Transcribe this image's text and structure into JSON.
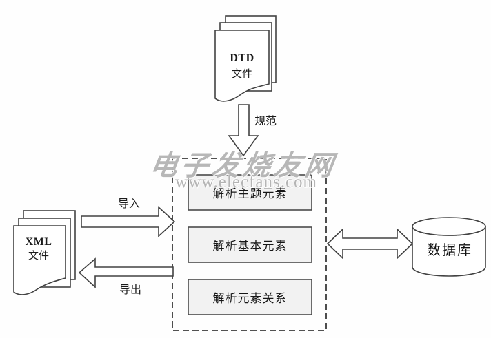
{
  "diagram": {
    "dtd_stack": {
      "line1": "DTD",
      "line2": "文件"
    },
    "xml_stack": {
      "line1": "XML",
      "line2": "文件"
    },
    "arrows": {
      "spec_label": "规范",
      "import_label": "导入",
      "export_label": "导出"
    },
    "parser_box": {
      "steps": [
        {
          "label": "解析主题元素"
        },
        {
          "label": "解析基本元素"
        },
        {
          "label": "解析元素关系"
        }
      ]
    },
    "database": {
      "label": "数据库"
    },
    "watermark": {
      "title": "电子发烧友网",
      "url": "www.elecfans.com"
    },
    "colors": {
      "line": "#424242",
      "box_fill": "#f2f2f2",
      "page_fill": "#ffffff",
      "watermark_gray": "#a8a8a8"
    }
  }
}
